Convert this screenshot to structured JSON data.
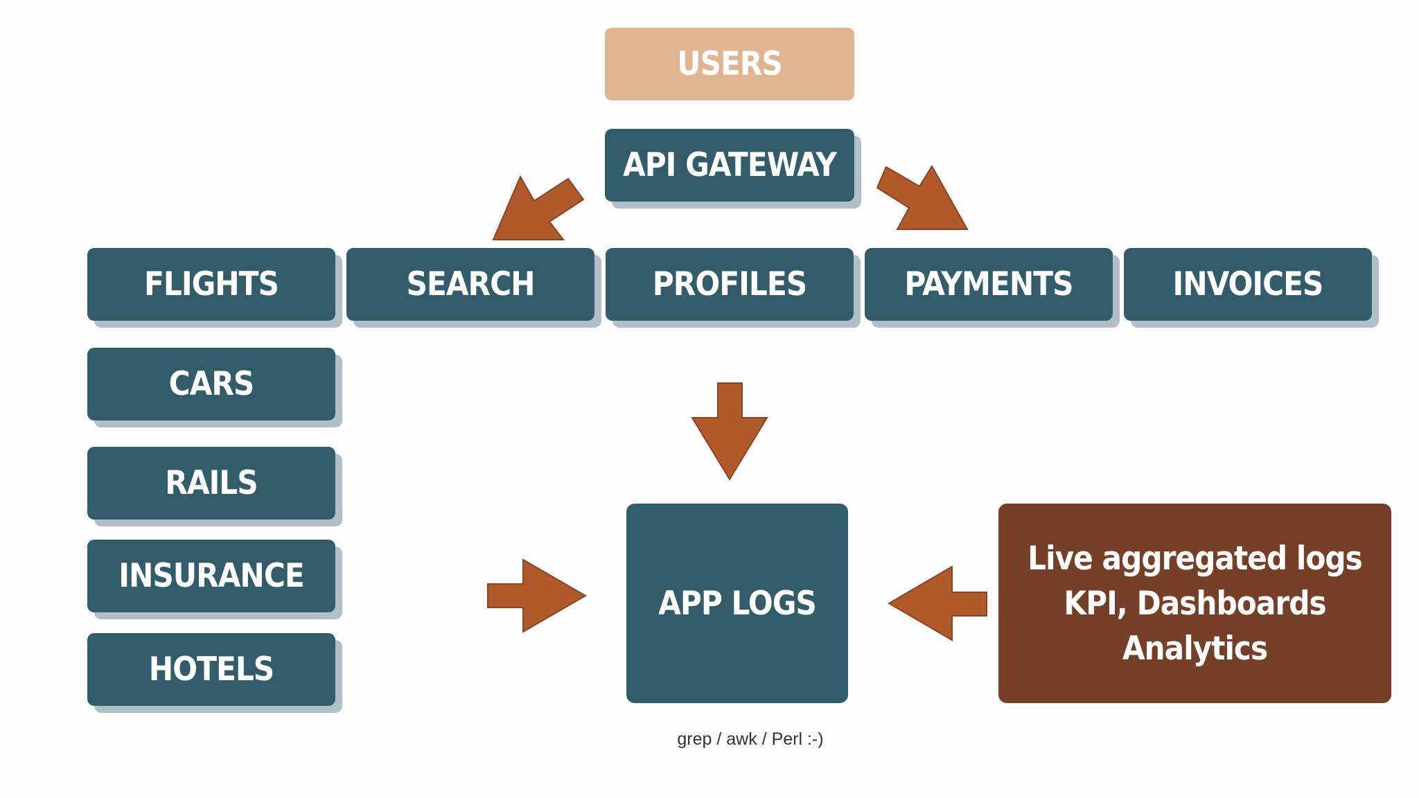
{
  "diagram": {
    "nodes": {
      "users": "USERS",
      "api_gateway": "API GATEWAY",
      "services": [
        "FLIGHTS",
        "SEARCH",
        "PROFILES",
        "PAYMENTS",
        "INVOICES"
      ],
      "verticals": [
        "CARS",
        "RAILS",
        "INSURANCE",
        "HOTELS"
      ],
      "app_logs": "APP LOGS",
      "analytics_lines": [
        "Live aggregated logs",
        "KPI, Dashboards",
        "Analytics"
      ]
    },
    "caption": "grep / awk / Perl :-)",
    "colors": {
      "service": "#335c6b",
      "users": "#e0b48e",
      "analytics": "#753f28",
      "arrow": "#b05a2a",
      "arrow_outline": "#8a4520"
    }
  }
}
